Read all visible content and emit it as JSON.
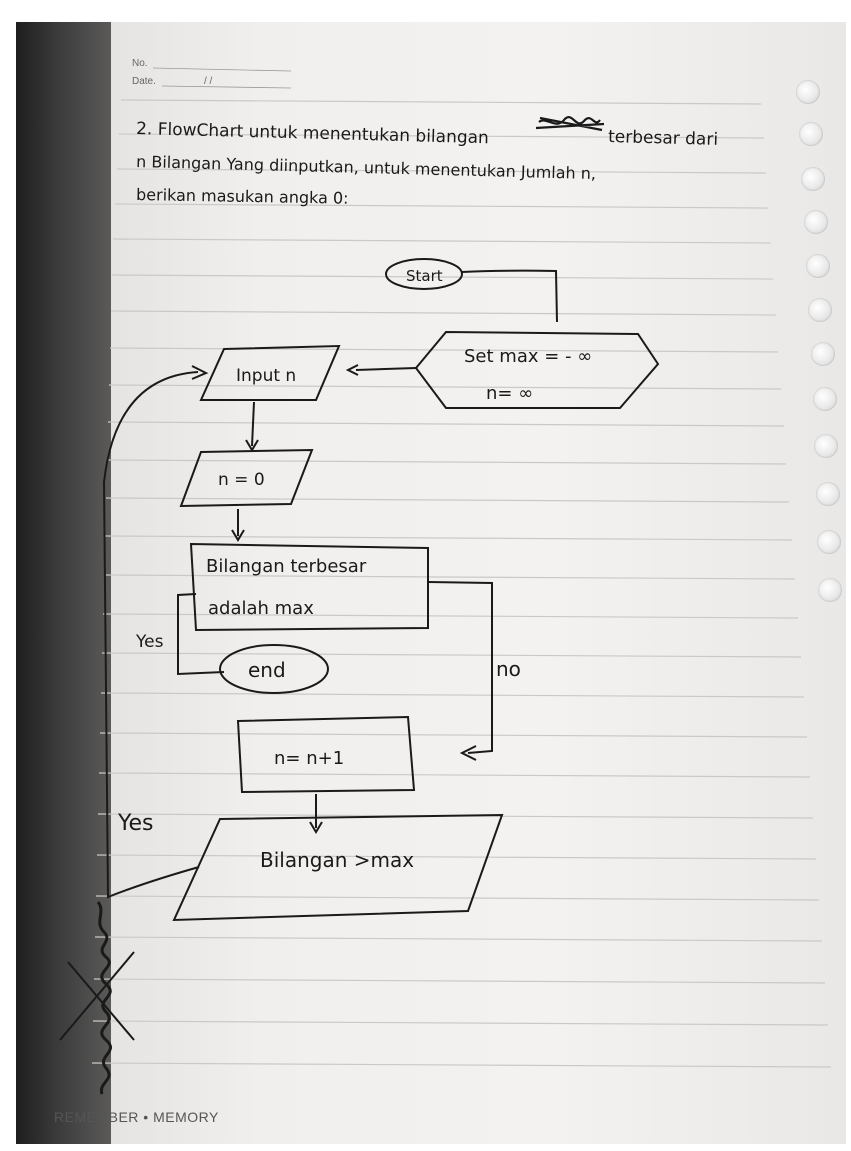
{
  "header": {
    "no_label": "No.",
    "date_label": "Date.",
    "date_separators": "/     /"
  },
  "text": {
    "line1_a": "2. FlowChart untuk menentukan bilangan",
    "line1_b": "terbesar dari",
    "line2": "n Bilangan Yang diinputkan, untuk menentukan Jumlah n,",
    "line3": "berikan masukan angka 0:"
  },
  "flowchart": {
    "start": "Start",
    "set_max": "Set max = - ∞",
    "set_n": "n= ∞",
    "input": "Input n",
    "cond_zero": "n = 0",
    "output_line1": "Bilangan terbesar",
    "output_line2": "adalah max",
    "end": "end",
    "increment": "n= n+1",
    "cond_max": "Bilangan >max",
    "yes_1": "Yes",
    "yes_2": "Yes",
    "no_1": "no"
  },
  "footer": {
    "brand": "REMEMBER • MEMORY"
  },
  "colors": {
    "ink": "#1a1a1a",
    "paper": "#f2f0ee",
    "rule_line": "#c9c7c5",
    "background": "#2b2b2b"
  }
}
